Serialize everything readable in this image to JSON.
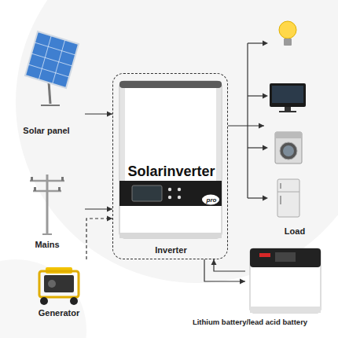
{
  "diagram": {
    "nodes": [
      {
        "text": [
          "Solar panel"
        ]
      },
      {
        "text": [
          "Inverter"
        ]
      },
      {
        "text": [
          "Solarinverter",
          "pro"
        ],
        "in": 1
      },
      {
        "text": [
          "Mains"
        ]
      },
      {
        "text": [
          "Generator"
        ]
      },
      {
        "text": [
          "Load"
        ]
      },
      {
        "text": [
          "Lithium battery/lead acid battery"
        ]
      }
    ],
    "edges": [
      {
        "from": 0,
        "to": 1,
        "arrow": "to"
      },
      {
        "from": 3,
        "to": 1,
        "arrow": "to"
      },
      {
        "from": 4,
        "to": 1,
        "arrow": "to"
      },
      {
        "from": 1,
        "to": 5,
        "arrow": "to"
      },
      {
        "from": 1,
        "to": 6,
        "arrow": "to"
      },
      {
        "from": 6,
        "to": 1,
        "arrow": "to"
      }
    ]
  }
}
